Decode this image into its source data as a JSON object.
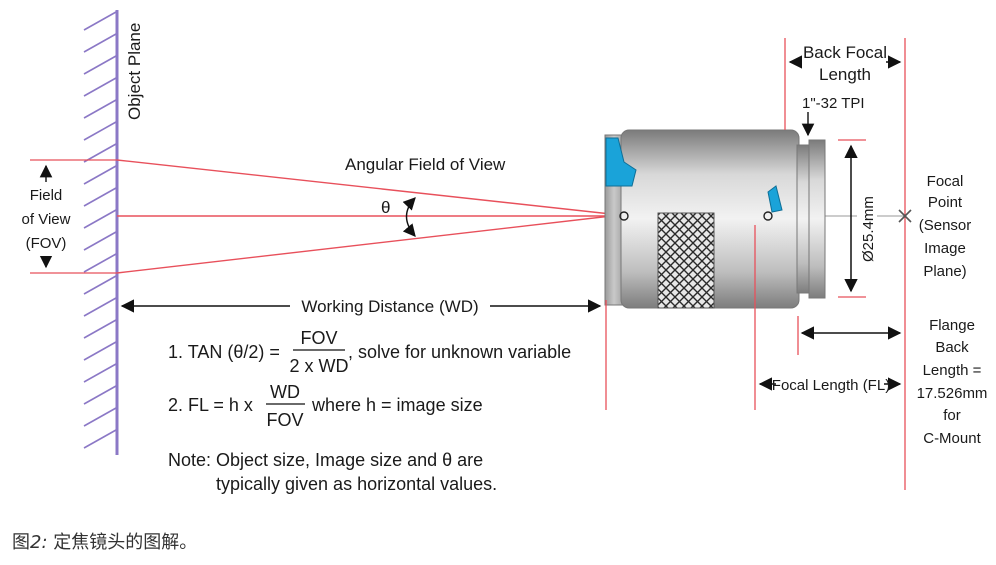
{
  "labels": {
    "object_plane": "Object Plane",
    "fov_line1": "Field",
    "fov_line2": "of View",
    "fov_line3": "(FOV)",
    "angular_fov": "Angular Field of View",
    "theta": "θ",
    "working_distance": "Working Distance (WD)",
    "back_focal_line1": "Back Focal",
    "back_focal_line2": "Length",
    "thread": "1\"-32 TPI",
    "diameter": "Ø25.4mm",
    "focal_point_line1": "Focal",
    "focal_point_line2": "Point",
    "focal_point_line3": "(Sensor",
    "focal_point_line4": "Image",
    "focal_point_line5": "Plane)",
    "flange_line1": "Flange",
    "flange_line2": "Back",
    "flange_line3": "Length =",
    "flange_line4": "17.526mm",
    "flange_line5": "for",
    "flange_line6": "C-Mount",
    "focal_length": "Focal Length (FL)"
  },
  "formulas": {
    "f1_prefix": "1. TAN (θ/2) =",
    "f1_num": "FOV",
    "f1_den": "2 x WD",
    "f1_suffix": ", solve for unknown variable",
    "f2_prefix": "2. FL = h x",
    "f2_num": "WD",
    "f2_den": "FOV",
    "f2_suffix": "where h = image size",
    "note_line1": "Note: Object size, Image size and θ are",
    "note_line2": "typically given as horizontal values."
  },
  "caption": {
    "prefix": "图",
    "number": "2:",
    "text": " 定焦镜头的图解。"
  },
  "colors": {
    "red_line": "#e8505b",
    "plane": "#8b78c6",
    "lens_accent": "#1aa3d9",
    "lens_body": "#b9b9b9"
  }
}
